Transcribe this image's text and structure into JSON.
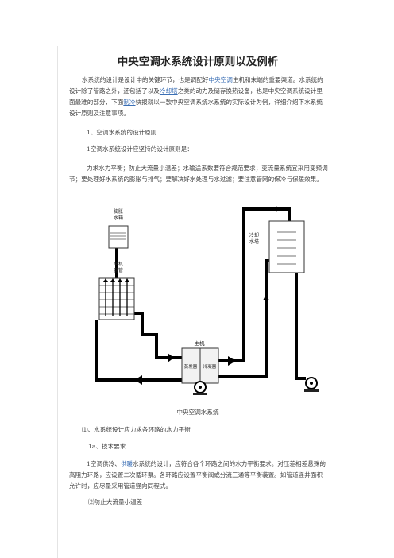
{
  "doc": {
    "title": "中央空调水系统设计原则以及例析",
    "intro": {
      "t1": "水系统的设计是设计中的关键环节，也是调配好",
      "link1": "中央空调",
      "t2": "主机和末端的重要渠道。水系统的设计除了管路之外，还包括了以及",
      "link2": "冷却塔",
      "t3": "之类的动力及储存换热设备，也是中央空调系统设计里面最难的部分，下面",
      "link3": "制冷",
      "t4": "快报就以一款中央空调系统水系统的实际设计为例，详细介绍下水系统设计原则及注意事项。"
    },
    "sec1": "1、空调水系统的设计原则",
    "sec1_sub": "1空调水系统设计应坚持的设计原则是：",
    "principles": "力求水力平衡；防止大流量小温差；水输送系数要符合规范要求；变流量系统宜采用变频调节；要处理好水系统的膨胀与排气；要解决好水处理与水过滤；要注意管网的保冷与保暖效果。",
    "figure": {
      "expansion_tank": [
        "膨胀",
        "水箱"
      ],
      "fan_coil": [
        "风机",
        "盘管"
      ],
      "cooling_tower": [
        "冷却",
        "水塔"
      ],
      "host": "主机",
      "evaporator": "蒸发器",
      "condenser": "冷凝器",
      "caption": "中央空调水系统"
    },
    "sec_1_1": "⑴、水系统设计应力求各环路的水力平衡",
    "sec_1a": "1a、技术要求",
    "req": {
      "t1": "1空调供冷、",
      "link": "供暖",
      "t2": "水系统的设计，应符合各个环路之间的水力平衡要求。对压差相差悬殊的高阻力环路，应设置二次循环泵。各环路应设置平衡阀或分流三通等平衡装置。如管道竖井面积允许时，应尽量采用管道竖向同程式。"
    },
    "sec2": "⑵防止大流量小温差"
  }
}
